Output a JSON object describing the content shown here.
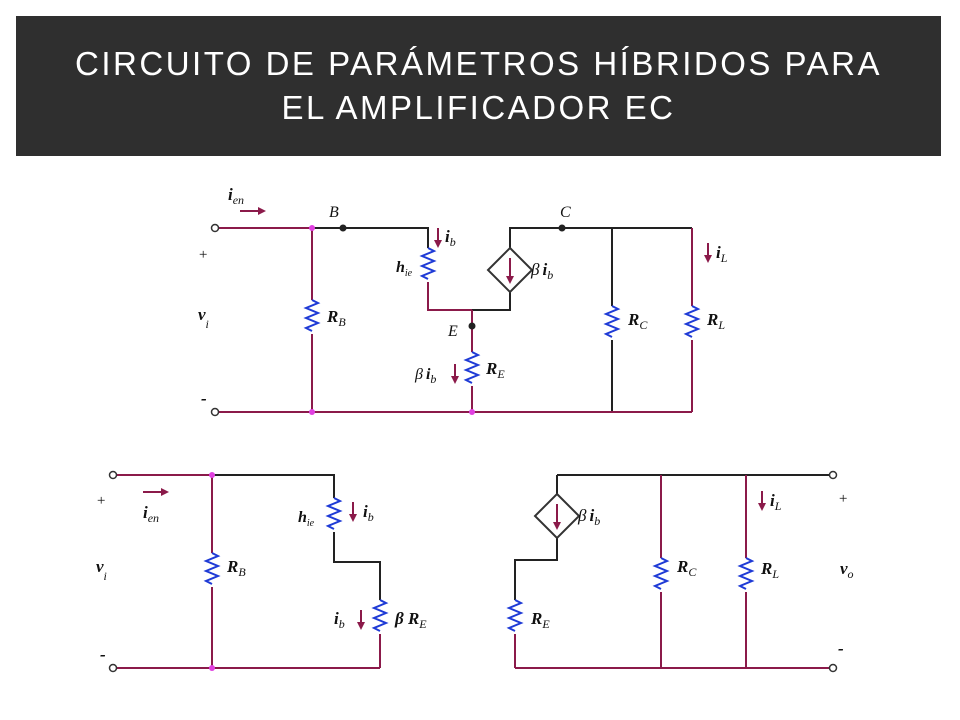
{
  "title": {
    "line1": "CIRCUITO DE PARÁMETROS HÍBRIDOS PARA",
    "line2": "EL AMPLIFICADOR EC"
  },
  "colors": {
    "title_bg": "#2f2f2f",
    "wire": "#8b1a4a",
    "resistor": "#1f3bd6",
    "junction": "#e040e0"
  },
  "top_circuit": {
    "input_current": "i",
    "input_current_sub": "en",
    "node_b": "B",
    "node_c": "C",
    "node_e": "E",
    "plus": "+",
    "minus": "-",
    "vi": "v",
    "vi_sub": "i",
    "rb": "R",
    "rb_sub": "B",
    "hie": "h",
    "hie_sub": "ie",
    "ib": "i",
    "ib_sub": "b",
    "beta_ib": "β",
    "beta_ib_i": "i",
    "beta_ib_sub": "b",
    "re": "R",
    "re_sub": "E",
    "beta_ib_re": "β",
    "beta_ib_re_i": "i",
    "beta_ib_re_sub": "b",
    "rc": "R",
    "rc_sub": "C",
    "il": "i",
    "il_sub": "L",
    "rl": "R",
    "rl_sub": "L"
  },
  "bottom_left": {
    "plus": "+",
    "minus": "-",
    "input_current": "i",
    "input_current_sub": "en",
    "vi": "v",
    "vi_sub": "i",
    "rb": "R",
    "rb_sub": "B",
    "hie": "h",
    "hie_sub": "ie",
    "ib_top": "i",
    "ib_top_sub": "b",
    "ib_bottom": "i",
    "ib_bottom_sub": "b",
    "beta_re": "β R",
    "beta_re_sub": "E"
  },
  "bottom_right": {
    "plus": "+",
    "minus": "-",
    "beta": "β",
    "beta_i": "i",
    "beta_sub": "b",
    "re": "R",
    "re_sub": "E",
    "rc": "R",
    "rc_sub": "C",
    "il": "i",
    "il_sub": "L",
    "rl": "R",
    "rl_sub": "L",
    "vo": "v",
    "vo_sub": "o"
  }
}
